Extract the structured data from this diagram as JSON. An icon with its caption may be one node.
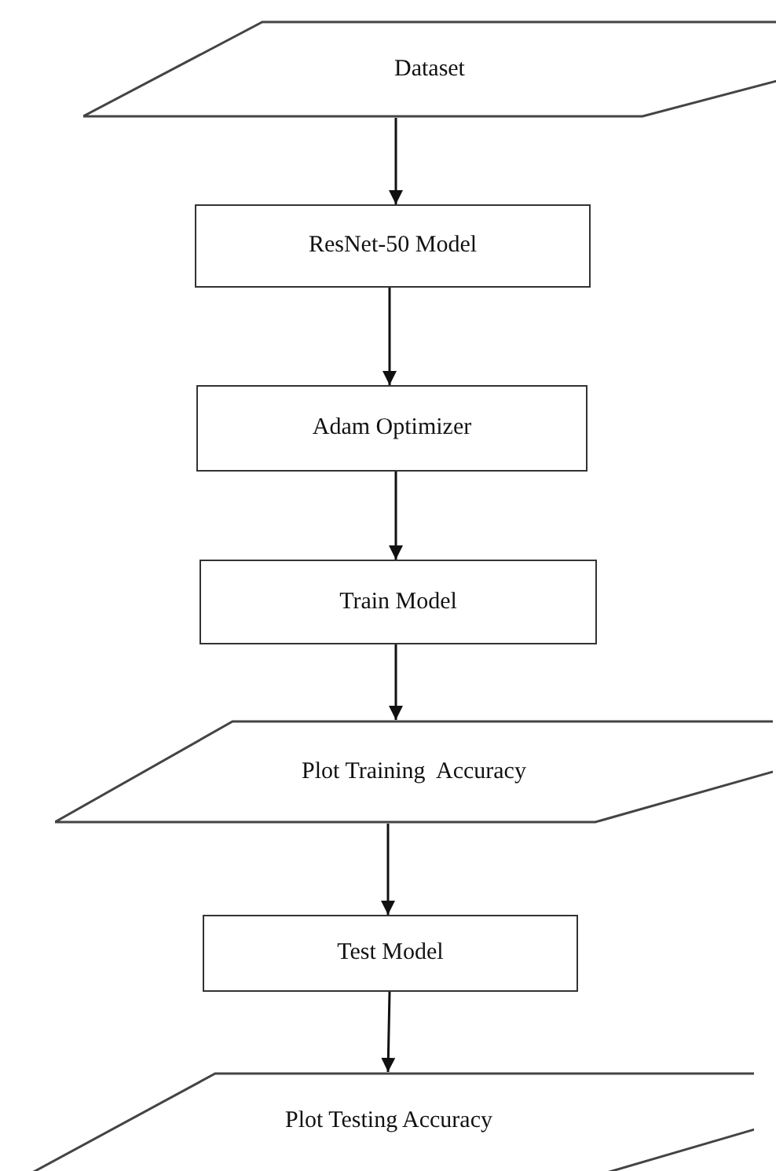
{
  "diagram": {
    "nodes": [
      {
        "text": [
          "Dataset"
        ]
      },
      {
        "text": [
          "ResNet-50 Model"
        ]
      },
      {
        "text": [
          "Adam Optimizer"
        ]
      },
      {
        "text": [
          "Train Model"
        ]
      },
      {
        "text": [
          "Plot Training  Accuracy"
        ]
      },
      {
        "text": [
          "Test Model"
        ]
      },
      {
        "text": [
          "Plot Testing Accuracy"
        ]
      }
    ],
    "edges": [
      {
        "from": 0,
        "to": 1,
        "arrow": "to"
      },
      {
        "from": 1,
        "to": 2,
        "arrow": "to"
      },
      {
        "from": 2,
        "to": 3,
        "arrow": "to"
      },
      {
        "from": 3,
        "to": 4,
        "arrow": "to"
      },
      {
        "from": 4,
        "to": 5,
        "arrow": "to"
      },
      {
        "from": 5,
        "to": 6,
        "arrow": "to"
      }
    ]
  }
}
